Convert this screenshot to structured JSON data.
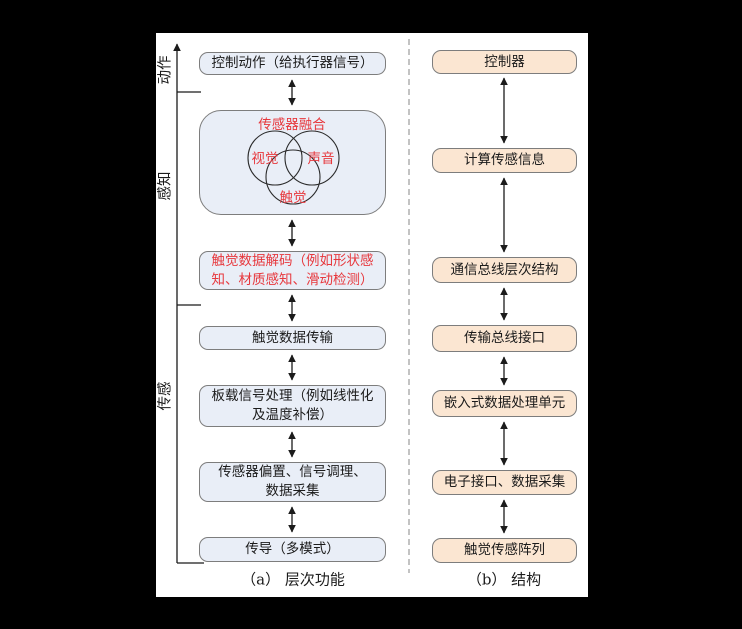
{
  "figure_title": "tactile-sensing-hierarchy-figure",
  "colors": {
    "accent_red": "#e7383d",
    "box_blue_fill": "#e9eef7",
    "box_peach_fill": "#fbe6d2",
    "border_gray": "#7d7d7d",
    "background_frame": "#000000"
  },
  "panel_a": {
    "caption": "（a） 层次功能",
    "axis": {
      "sections": [
        {
          "label": "动作",
          "red": false
        },
        {
          "label": "感知",
          "red": true
        },
        {
          "label": "传感",
          "red": false
        }
      ]
    },
    "nodes": {
      "control_action": {
        "lines": [
          "控制动作（给执行器信号）"
        ]
      },
      "fusion": {
        "title": "传感器融合",
        "circles": [
          "视觉",
          "声音",
          "触觉"
        ]
      },
      "decode": {
        "lines": [
          "触觉数据解码（例如形状感",
          "知、材质感知、滑动检测）"
        ]
      },
      "transmission": {
        "lines": [
          "触觉数据传输"
        ]
      },
      "onboard": {
        "lines": [
          "板载信号处理（例如线性化",
          "及温度补偿）"
        ]
      },
      "bias": {
        "lines": [
          "传感器偏置、信号调理、",
          "数据采集"
        ]
      },
      "conduction": {
        "lines": [
          "传导（多模式）"
        ]
      }
    }
  },
  "panel_b": {
    "caption": "（b） 结构",
    "nodes": [
      "控制器",
      "计算传感信息",
      "通信总线层次结构",
      "传输总线接口",
      "嵌入式数据处理单元",
      "电子接口、数据采集",
      "触觉传感阵列"
    ]
  }
}
